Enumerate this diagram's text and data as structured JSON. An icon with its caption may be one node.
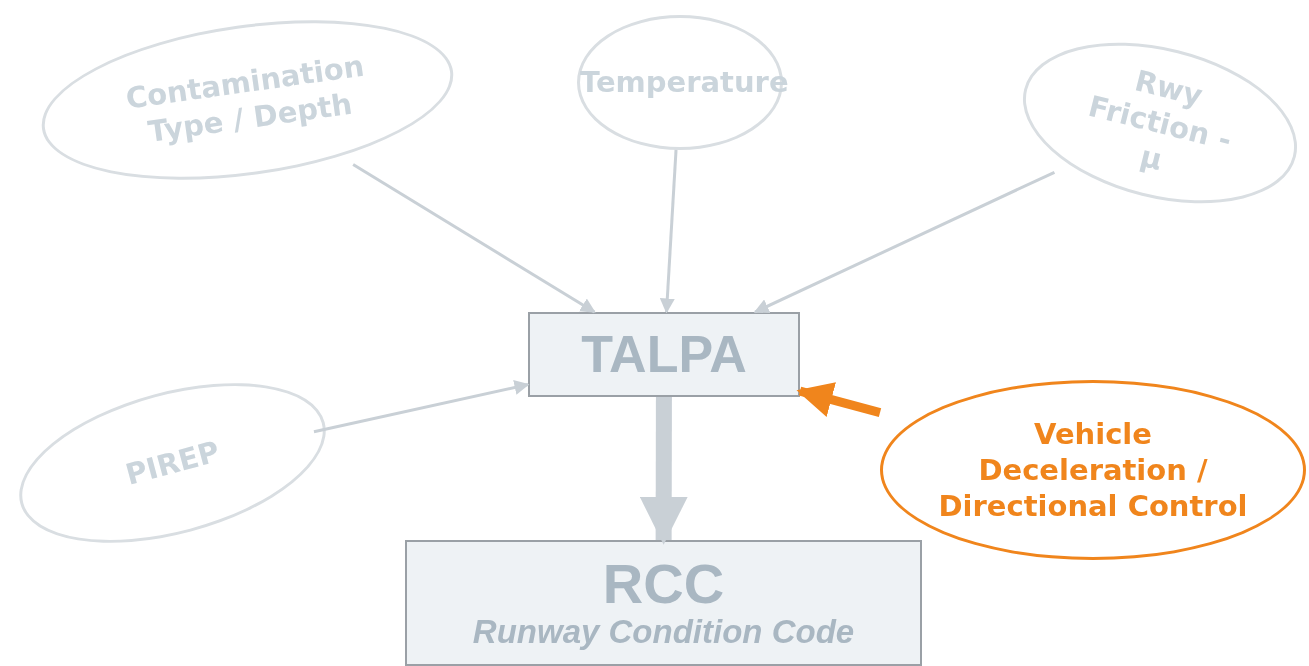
{
  "diagram": {
    "nodes": [
      {
        "text": [
          "Contamination Type / Depth"
        ]
      },
      {
        "text": [
          "Temperature"
        ]
      },
      {
        "text": [
          "Rwy Friction - μ"
        ]
      },
      {
        "text": [
          "TALPA"
        ]
      },
      {
        "text": [
          "PIREP"
        ]
      },
      {
        "text": [
          "Vehicle Deceleration / Directional Control"
        ]
      },
      {
        "text": [
          "RCC",
          "Runway Condition Code"
        ]
      }
    ],
    "edges": [
      {
        "from": 0,
        "to": 3,
        "arrow": "to"
      },
      {
        "from": 1,
        "to": 3,
        "arrow": "to"
      },
      {
        "from": 2,
        "to": 3,
        "arrow": "to"
      },
      {
        "from": 4,
        "to": 3,
        "arrow": "to"
      },
      {
        "from": 5,
        "to": 3,
        "arrow": "to",
        "style": "thick",
        "color": "#f0851c"
      },
      {
        "from": 3,
        "to": 6,
        "arrow": "to",
        "style": "thick"
      }
    ]
  }
}
